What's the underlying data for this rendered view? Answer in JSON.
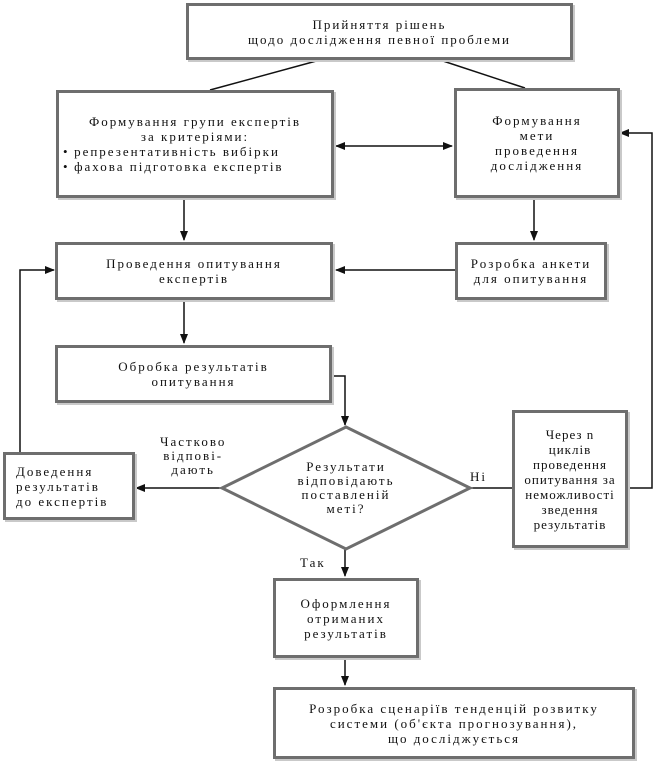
{
  "nodes": {
    "decision_making": "Прийняття рішень\nщодо дослідження певної проблеми",
    "expert_group": {
      "title": "Формування групи експертів\nза критеріями:",
      "bullets": [
        "репрезентативність вибірки",
        "фахова підготовка експертів"
      ]
    },
    "research_goal": "Формування\nмети\nпроведення\nдослідження",
    "survey": "Проведення опитування\nекспертів",
    "questionnaire": "Розробка анкети\nдля опитування",
    "processing": "Обробка результатів\nопитування",
    "decision": "Результати\nвідповідають\nпоставленій\nметі?",
    "inform_experts": "Доведення\nрезультатів\nдо експертів",
    "n_cycles": "Через n\nциклів\nпроведення\nопитування за\nнеможливості\nзведення\nрезультатів",
    "formalize": "Оформлення\nотриманих\nрезультатів",
    "scenarios": "Розробка сценаріїв тенденцій розвитку\nсистеми (об'єкта прогнозування),\nщо досліджується"
  },
  "edge_labels": {
    "partial": "Частково\nвідпові-\nдають",
    "no": "Ні",
    "yes": "Так"
  }
}
